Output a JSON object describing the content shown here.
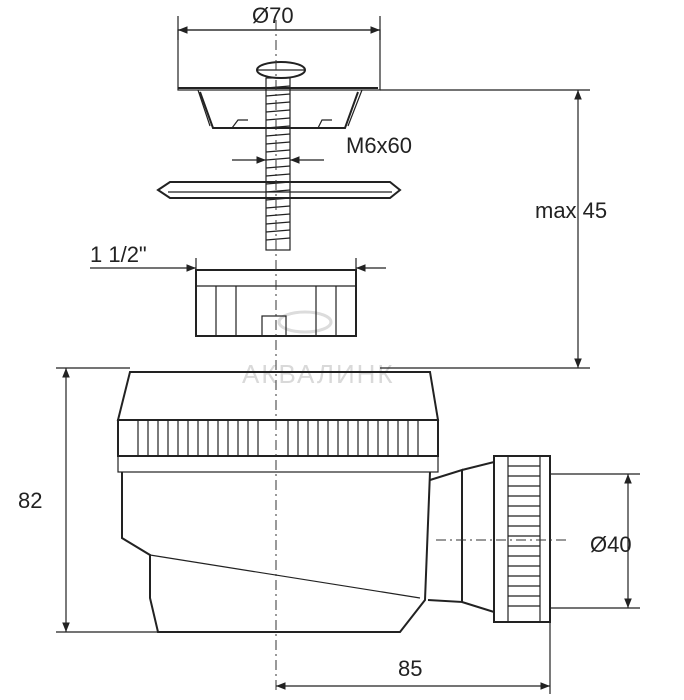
{
  "dimensions": {
    "d70": "Ø70",
    "m6x60": "M6x60",
    "max45": "max 45",
    "thread": "1 1/2\"",
    "h82": "82",
    "d40": "Ø40",
    "w85": "85"
  },
  "watermark": {
    "text": "АКВАЛИНК"
  },
  "colors": {
    "line": "#222222",
    "watermark": "#d9d9d9",
    "background": "#ffffff"
  }
}
